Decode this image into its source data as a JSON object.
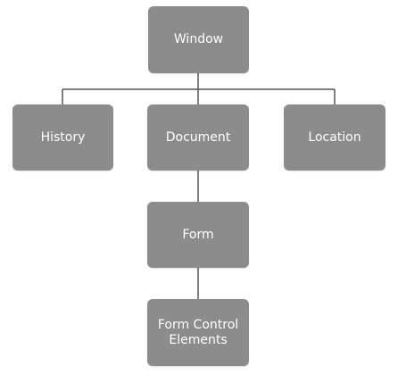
{
  "diagram": {
    "type": "hierarchy",
    "colors": {
      "node_fill": "#8c8c8c",
      "node_text": "#ffffff",
      "connector": "#555555"
    },
    "nodes": {
      "window": "Window",
      "history": "History",
      "document": "Document",
      "location": "Location",
      "form": "Form",
      "form_control_elements": "Form Control\nElements"
    },
    "edges": [
      [
        "window",
        "history"
      ],
      [
        "window",
        "document"
      ],
      [
        "window",
        "location"
      ],
      [
        "document",
        "form"
      ],
      [
        "form",
        "form_control_elements"
      ]
    ]
  }
}
